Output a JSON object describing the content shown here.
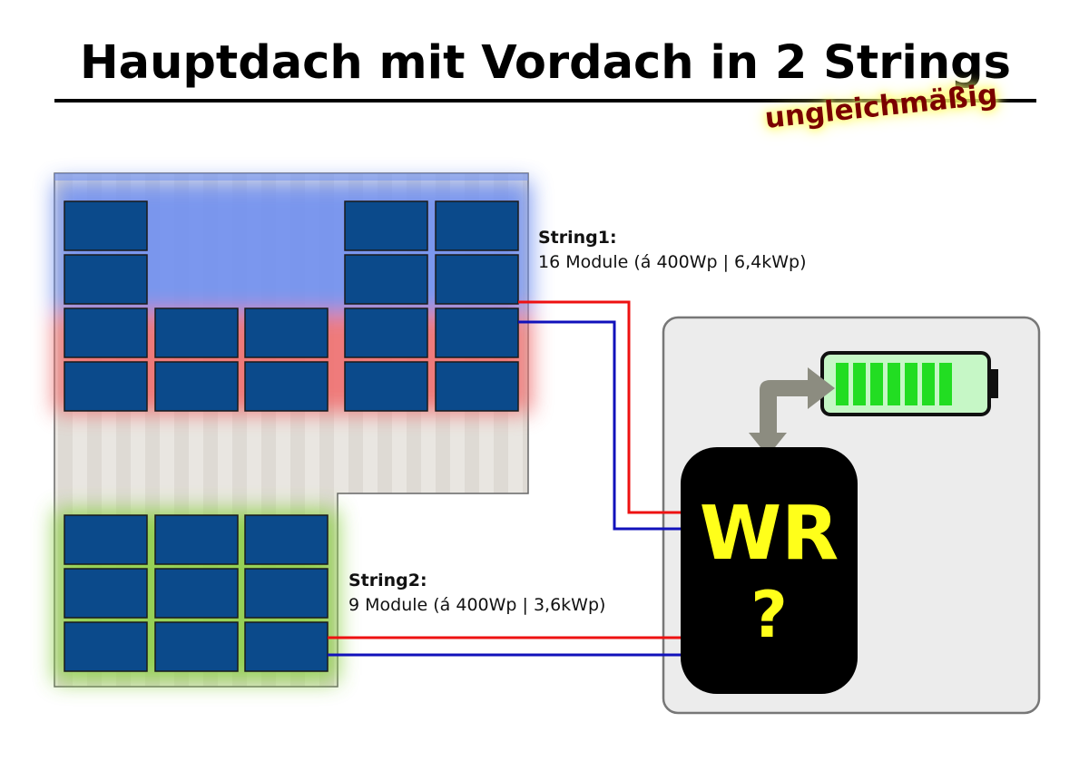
{
  "title": "Hauptdach mit Vordach in 2 Strings",
  "subtitle": "ungleichmäßig",
  "strings": [
    {
      "title": "String1:",
      "description": "16 Module (á 400Wp | 6,4kWp)"
    },
    {
      "title": "String2:",
      "description": "9 Module (á 400Wp | 3,6kWp)"
    }
  ],
  "inverter": {
    "label": "WR",
    "question": "?"
  },
  "battery": {
    "charge_segments": 7
  },
  "colors": {
    "panel": "#0b4a8b",
    "panel_border": "#1a1a1a",
    "wire_positive": "#ee1111",
    "wire_negative": "#1111bb",
    "string1_upper_glow": "#6f8ff0",
    "string1_lower_glow": "#f07070",
    "string2_glow": "#8fd04a",
    "roof": "#e6e3de",
    "box": "#ececec",
    "battery_cell": "#22dd22",
    "battery_fill": "#c6f7c6",
    "arrow": "#8c8c80",
    "inverter_text": "#ffff1a",
    "subtitle": "#7a0000"
  }
}
